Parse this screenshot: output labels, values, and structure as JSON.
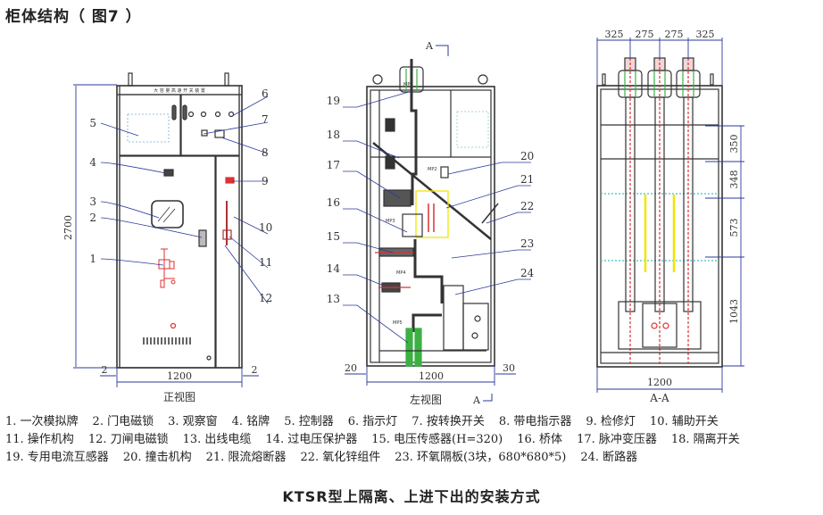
{
  "title": "柜体结构（ 图7 ）",
  "front_view": {
    "name": "正视图",
    "panel_label": "大 容 量 高 速 开 关 装 置",
    "height_dim": "2700",
    "width_dim": "1200",
    "left_gap": "2",
    "right_gap": "2",
    "callouts": [
      "1",
      "2",
      "3",
      "4",
      "5",
      "6",
      "7",
      "8",
      "9",
      "10",
      "11",
      "12"
    ]
  },
  "left_view": {
    "name": "左视图",
    "section_mark": "A",
    "width_dim": "1200",
    "left_gap": "20",
    "right_gap": "30",
    "part_labels": [
      "MP1",
      "MP2",
      "MP3",
      "MP4",
      "MP5"
    ],
    "callouts": [
      "13",
      "14",
      "15",
      "16",
      "17",
      "18",
      "19",
      "20",
      "21",
      "22",
      "23",
      "24"
    ]
  },
  "section_view": {
    "name": "A-A",
    "width_dim": "1200",
    "top_dims": [
      "325",
      "275",
      "275",
      "325"
    ],
    "side_dims": [
      "350",
      "348",
      "573",
      "1043"
    ]
  },
  "legend": {
    "rows": [
      [
        "1. 一次模拟牌",
        "2. 门电磁锁",
        "3. 观察窗",
        "4. 铭牌",
        "5. 控制器",
        "6. 指示灯",
        "7. 按转换开关",
        "8. 带电指示器",
        "9. 检修灯",
        "10. 辅助开关"
      ],
      [
        "11. 操作机构",
        "12. 刀闸电磁锁",
        "13. 出线电缆",
        "14. 过电压保护器",
        "15. 电压传感器(H=320)",
        "16. 桥体",
        "17. 脉冲变压器",
        "18. 隔离开关"
      ],
      [
        "19. 专用电流互感器",
        "20. 撞击机构",
        "21. 限流熔断器",
        "22. 氧化锌组件",
        "23. 环氧隔板(3块，680*680*5)",
        "24. 断路器"
      ]
    ]
  },
  "caption": "KTSR型上隔离、上进下出的安装方式",
  "colors": {
    "line": "#333333",
    "dimension": "#2b3a9a",
    "red_marks": "#e03030",
    "green": "#3cb043",
    "yellow": "#f2e400",
    "cyan": "#40c0c8"
  }
}
